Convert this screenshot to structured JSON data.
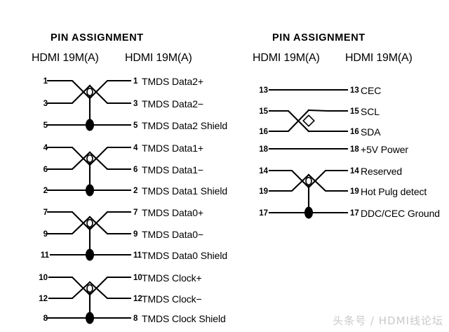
{
  "page": {
    "background_color": "#ffffff",
    "line_color": "#000000",
    "watermark": "头条号 / HDMI线论坛"
  },
  "columns": [
    {
      "id": "left",
      "title": "PIN  ASSIGNMENT",
      "connector_left": "HDMI 19M(A)",
      "connector_right": "HDMI 19M(A)",
      "groups": [
        {
          "id": "tmds-data2",
          "rows": [
            {
              "pin_left": "1",
              "pin_right": "1",
              "label": "TMDS Data2+",
              "wire": "cross-top"
            },
            {
              "pin_left": "3",
              "pin_right": "3",
              "label": "TMDS Data2−",
              "wire": "cross-bottom"
            },
            {
              "pin_left": "5",
              "pin_right": "5",
              "label": "TMDS Data2 Shield",
              "wire": "straight-shield"
            }
          ]
        },
        {
          "id": "tmds-data1",
          "rows": [
            {
              "pin_left": "4",
              "pin_right": "4",
              "label": "TMDS Data1+",
              "wire": "cross-top"
            },
            {
              "pin_left": "6",
              "pin_right": "6",
              "label": "TMDS Data1−",
              "wire": "cross-bottom"
            },
            {
              "pin_left": "2",
              "pin_right": "2",
              "label": "TMDS Data1 Shield",
              "wire": "straight-shield"
            }
          ]
        },
        {
          "id": "tmds-data0",
          "rows": [
            {
              "pin_left": "7",
              "pin_right": "7",
              "label": "TMDS Data0+",
              "wire": "cross-top"
            },
            {
              "pin_left": "9",
              "pin_right": "9",
              "label": "TMDS Data0−",
              "wire": "cross-bottom"
            },
            {
              "pin_left": "11",
              "pin_right": "11",
              "label": "TMDS Data0 Shield",
              "wire": "straight-shield"
            }
          ]
        },
        {
          "id": "tmds-clock",
          "rows": [
            {
              "pin_left": "10",
              "pin_right": "10",
              "label": "TMDS Clock+",
              "wire": "cross-top"
            },
            {
              "pin_left": "12",
              "pin_right": "12",
              "label": "TMDS Clock−",
              "wire": "cross-bottom"
            },
            {
              "pin_left": "8",
              "pin_right": "8",
              "label": "TMDS Clock Shield",
              "wire": "straight-shield"
            }
          ]
        }
      ]
    },
    {
      "id": "right",
      "title": "PIN  ASSIGNMENT",
      "connector_left": "HDMI 19M(A)",
      "connector_right": "HDMI 19M(A)",
      "groups": [
        {
          "id": "cec",
          "rows": [
            {
              "pin_left": "13",
              "pin_right": "13",
              "label": "CEC",
              "wire": "straight"
            }
          ]
        },
        {
          "id": "ddc",
          "rows": [
            {
              "pin_left": "15",
              "pin_right": "15",
              "label": "SCL",
              "wire": "cross-top-plain"
            },
            {
              "pin_left": "16",
              "pin_right": "16",
              "label": "SDA",
              "wire": "cross-bottom-plain"
            },
            {
              "pin_left": "18",
              "pin_right": "18",
              "label": "+5V Power",
              "wire": "straight"
            }
          ]
        },
        {
          "id": "hpd",
          "rows": [
            {
              "pin_left": "14",
              "pin_right": "14",
              "label": "Reserved",
              "wire": "cross-top"
            },
            {
              "pin_left": "19",
              "pin_right": "19",
              "label": "Hot Pulg detect",
              "wire": "cross-bottom"
            },
            {
              "pin_left": "17",
              "pin_right": "17",
              "label": "DDC/CEC Ground",
              "wire": "straight-shield"
            }
          ]
        }
      ]
    }
  ]
}
